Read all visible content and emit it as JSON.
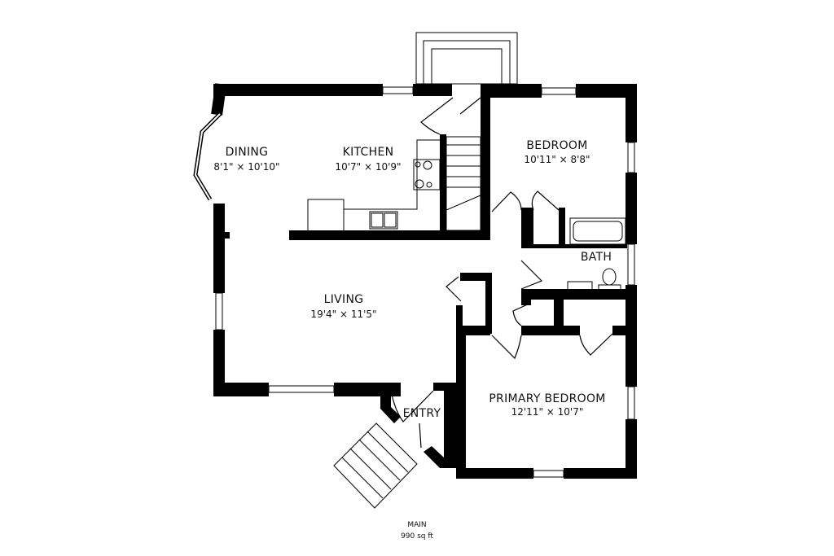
{
  "rooms": {
    "dining": {
      "name": "DINING",
      "dims": "8'1\" × 10'10\""
    },
    "kitchen": {
      "name": "KITCHEN",
      "dims": "10'7\" × 10'9\""
    },
    "bedroom": {
      "name": "BEDROOM",
      "dims": "10'11\" × 8'8\""
    },
    "bath": {
      "name": "BATH"
    },
    "living": {
      "name": "LIVING",
      "dims": "19'4\" × 11'5\""
    },
    "entry": {
      "name": "ENTRY"
    },
    "primary_bedroom": {
      "name": "PRIMARY BEDROOM",
      "dims": "12'11\" × 10'7\""
    }
  },
  "floor": {
    "name": "MAIN",
    "area": "990 sq ft"
  },
  "colors": {
    "wall": "#000000",
    "background": "#ffffff"
  }
}
